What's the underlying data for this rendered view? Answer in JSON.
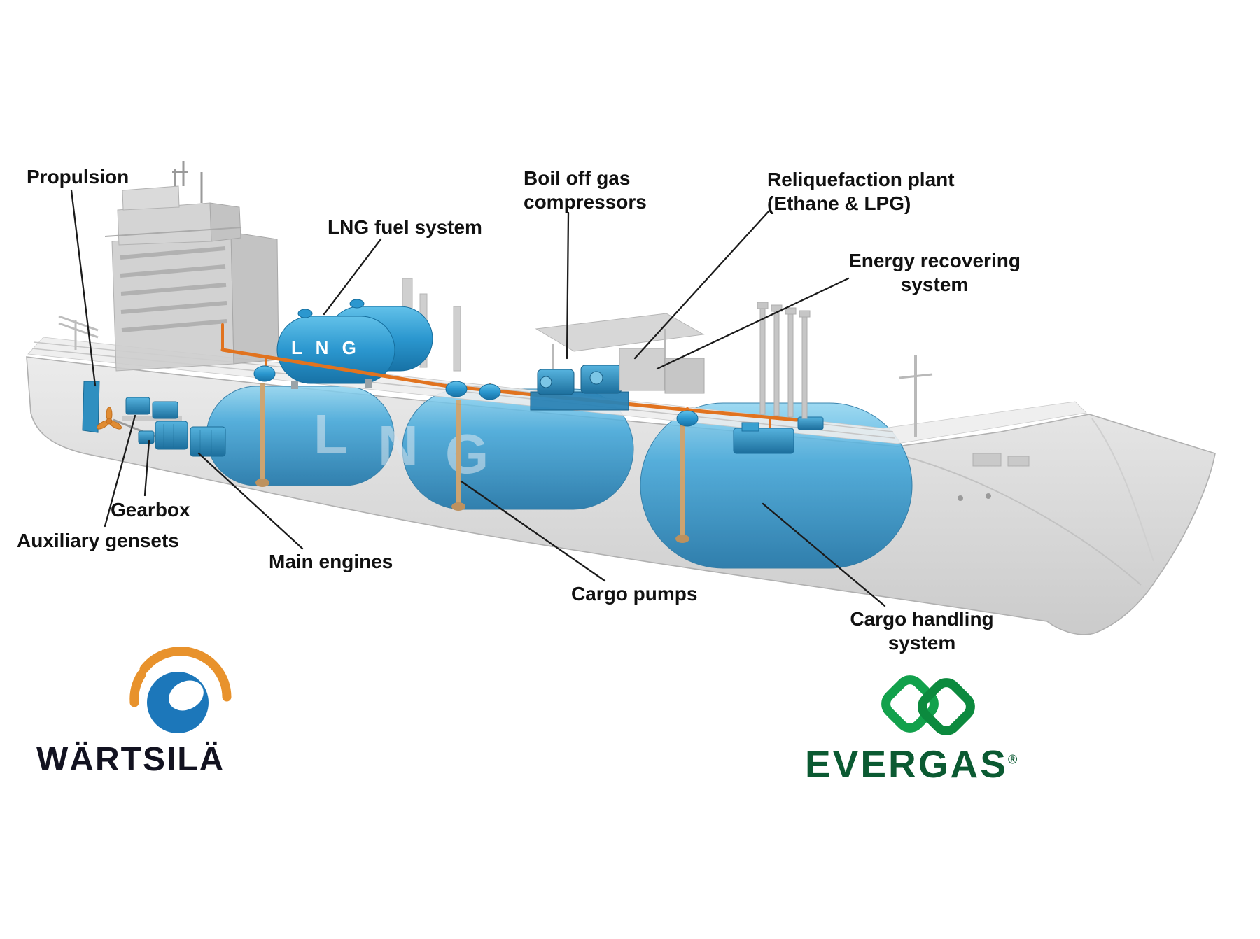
{
  "diagram": {
    "colors": {
      "tank_blue": "#2f9cd4",
      "machinery_blue": "#2f96c8",
      "pipe_orange": "#e1731f",
      "hull_gray": "#d6d6d6",
      "label_text": "#111111",
      "wartsila_blue": "#1c77ba",
      "wartsila_orange": "#e8922c",
      "evergas_green": "#12a14c",
      "evergas_dark_green": "#0c8a3e",
      "evergas_text_green": "#0b5a32"
    },
    "deck_tank_label": "L N G",
    "watermark_letters": [
      "L",
      "N",
      "G"
    ],
    "labels": {
      "propulsion": {
        "line1": "Propulsion"
      },
      "lng_fuel_system": {
        "line1": "LNG fuel system"
      },
      "boil_off_gas_compressors": {
        "line1": "Boil off gas",
        "line2": "compressors"
      },
      "reliquefaction_plant": {
        "line1": "Reliquefaction plant",
        "line2": "(Ethane & LPG)"
      },
      "energy_recovering_system": {
        "line1": "Energy recovering",
        "line2": "system"
      },
      "gearbox": {
        "line1": "Gearbox"
      },
      "auxiliary_gensets": {
        "line1": "Auxiliary gensets"
      },
      "main_engines": {
        "line1": "Main engines"
      },
      "cargo_pumps": {
        "line1": "Cargo pumps"
      },
      "cargo_handling_system": {
        "line1": "Cargo handling",
        "line2": "system"
      }
    }
  },
  "logos": {
    "wartsila": {
      "text": "WÄRTSILÄ"
    },
    "evergas": {
      "text": "EVERGAS",
      "registered": "®"
    }
  }
}
